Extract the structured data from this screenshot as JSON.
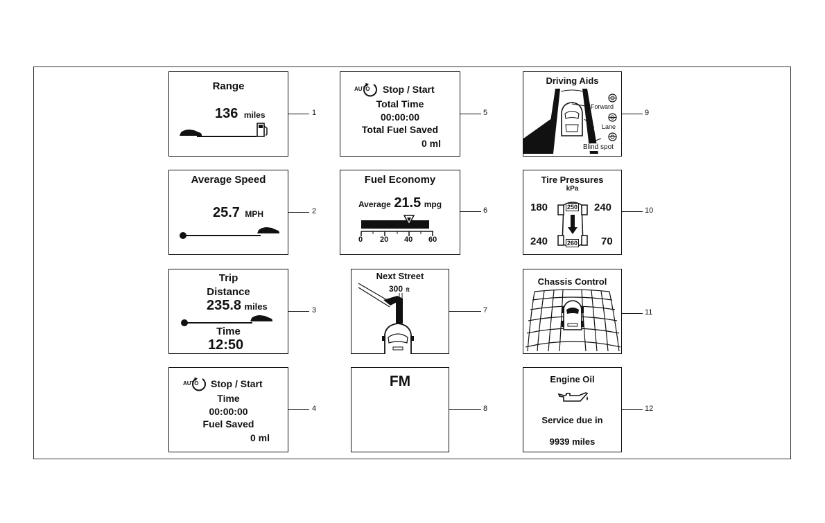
{
  "panels": {
    "p1": {
      "title": "Range",
      "value": "136",
      "unit": "miles",
      "callout": "1"
    },
    "p2": {
      "title": "Average Speed",
      "value": "25.7",
      "unit": "MPH",
      "callout": "2"
    },
    "p3": {
      "title": "Trip",
      "label1": "Distance",
      "value": "235.8",
      "unit": "miles",
      "label2": "Time",
      "time": "12:50",
      "callout": "3"
    },
    "p4": {
      "badge": "AUTO",
      "title": "Stop / Start",
      "label1": "Time",
      "time": "00:00:00",
      "label2": "Fuel Saved",
      "fuel": "0 ml",
      "callout": "4"
    },
    "p5": {
      "badge": "AUTO",
      "title": "Stop / Start",
      "label1": "Total Time",
      "time": "00:00:00",
      "label2": "Total Fuel Saved",
      "fuel": "0 ml",
      "callout": "5"
    },
    "p6": {
      "title": "Fuel Economy",
      "prefix": "Average",
      "value": "21.5",
      "unit": "mpg",
      "scale": [
        "0",
        "20",
        "40",
        "60"
      ],
      "callout": "6"
    },
    "p7": {
      "title": "Next Street",
      "value": "300",
      "unit": "ft",
      "callout": "7"
    },
    "p8": {
      "title": "FM",
      "callout": "8"
    },
    "p9": {
      "title": "Driving Aids",
      "labels": [
        "Forward",
        "Lane",
        "Blind spot"
      ],
      "callout": "9"
    },
    "p10": {
      "title": "Tire Pressures",
      "unit": "kPa",
      "fl": "180",
      "fr": "240",
      "rl": "240",
      "rr": "70",
      "front": "250",
      "rear": "260",
      "callout": "10"
    },
    "p11": {
      "title": "Chassis Control",
      "callout": "11"
    },
    "p12": {
      "title": "Engine Oil",
      "label": "Service due in",
      "value": "9939 miles",
      "callout": "12"
    }
  },
  "fuel_gauge_fraction": 0.71,
  "icons": [
    "car-icon",
    "fuel-pump-icon",
    "auto-stop-start-icon",
    "oil-can-icon",
    "steering-icon"
  ]
}
